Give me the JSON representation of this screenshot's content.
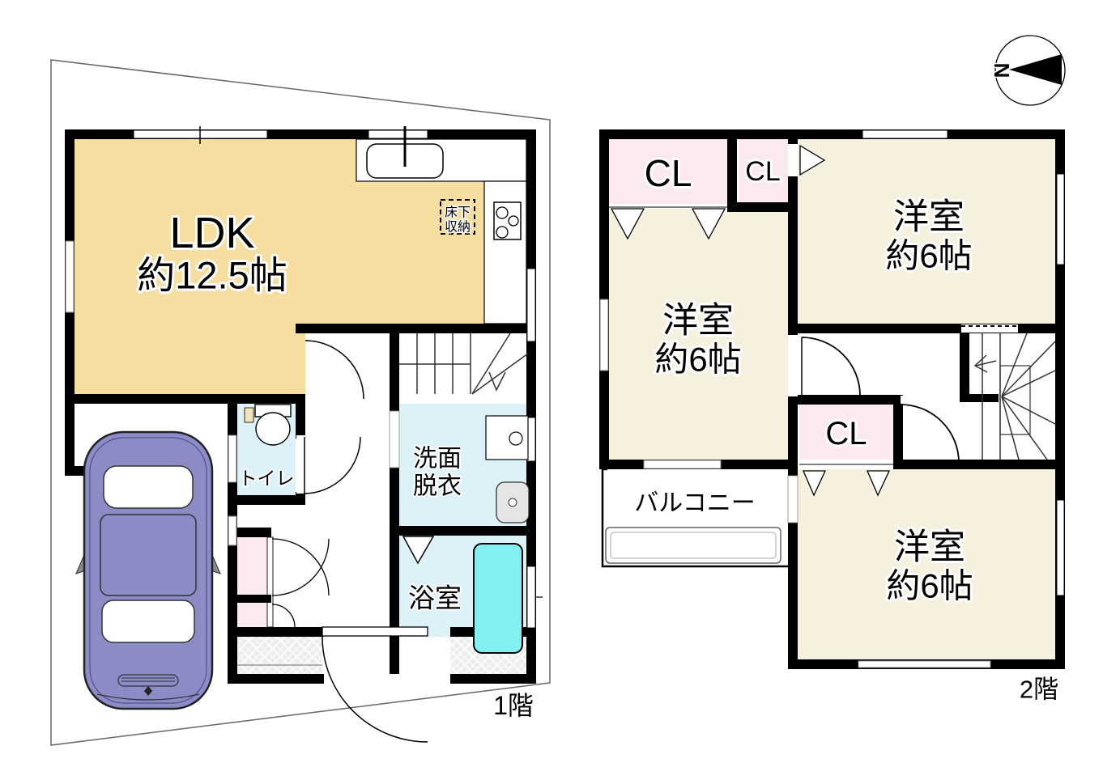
{
  "compass": {
    "label": "N"
  },
  "floor1": {
    "caption": "1階",
    "ldk": {
      "name": "LDK",
      "size": "約12.5帖"
    },
    "kitchen_storage": {
      "line1": "床下",
      "line2": "収納"
    },
    "toilet": {
      "name": "トイレ"
    },
    "washroom": {
      "line1": "洗面",
      "line2": "脱衣"
    },
    "bathroom": {
      "name": "浴室"
    }
  },
  "floor2": {
    "caption": "2階",
    "closet_top_left": "CL",
    "closet_top_right": "CL",
    "closet_middle": "CL",
    "bedroom_top": {
      "name": "洋室",
      "size": "約6帖"
    },
    "bedroom_left": {
      "name": "洋室",
      "size": "約6帖"
    },
    "bedroom_bottom": {
      "name": "洋室",
      "size": "約6帖"
    },
    "balcony": {
      "name": "バルコニー"
    }
  },
  "colors": {
    "wall": "#000000",
    "site_line": "#666666",
    "ldk_fill": "#F5DEA0",
    "bedroom_fill": "#F6F0DE",
    "closet_fill": "#FAE9EE",
    "wet_room_fill": "#DCF1F8",
    "bathtub_fill": "#82F0F0",
    "car_body": "#8B8CC6",
    "porch_hatch": "#ECECEC"
  }
}
